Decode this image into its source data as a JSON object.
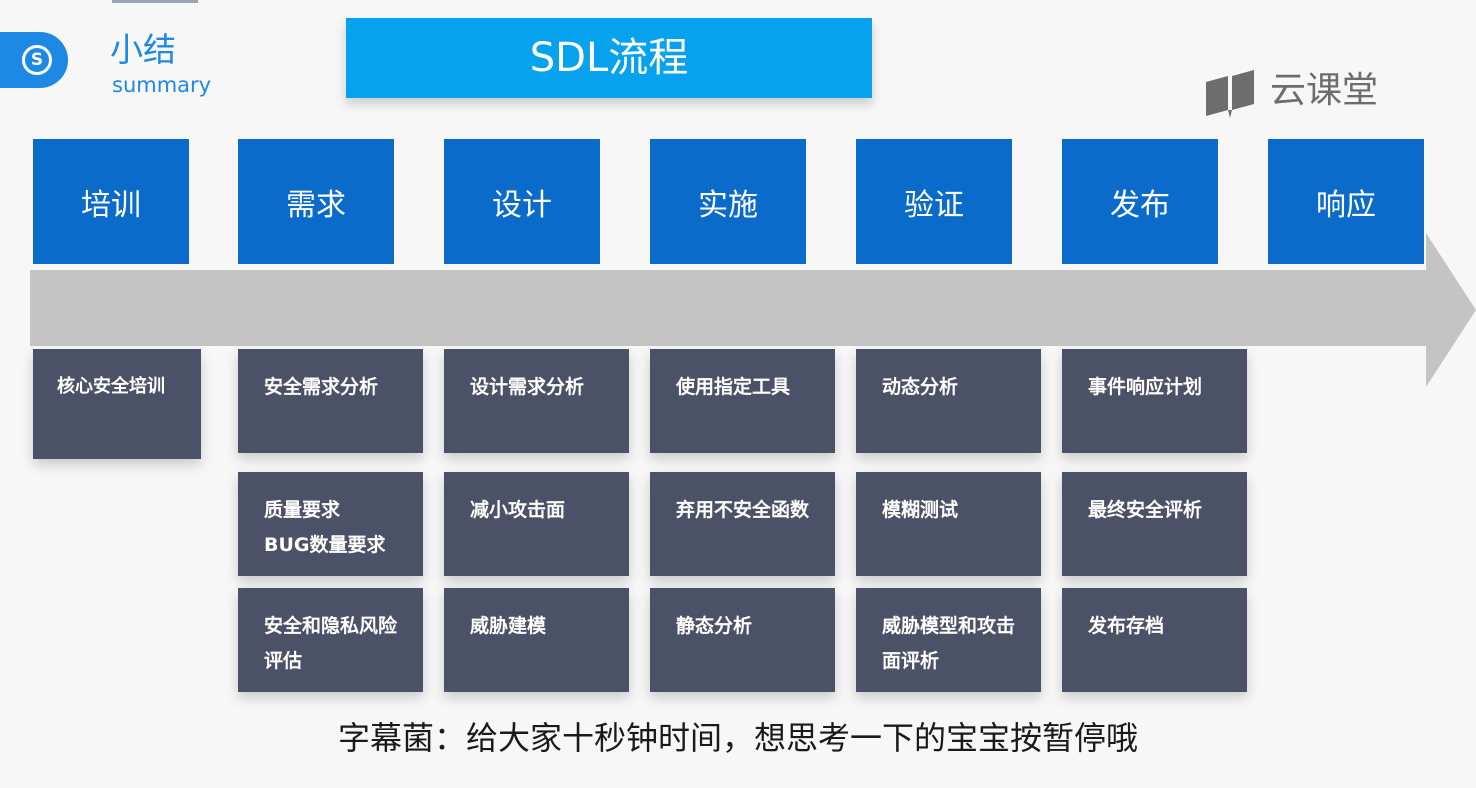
{
  "header": {
    "summary_title": "小结",
    "summary_subtitle": "summary",
    "badge_letter": "S",
    "main_title": "SDL流程"
  },
  "watermark": {
    "text": "云课堂",
    "icon": "book-icon"
  },
  "phases": [
    "培训",
    "需求",
    "设计",
    "实施",
    "验证",
    "发布",
    "响应"
  ],
  "columns": [
    [
      "核心安全培训"
    ],
    [
      "安全需求分析",
      "质量要求\nBUG数量要求",
      "安全和隐私风险\n评估"
    ],
    [
      "设计需求分析",
      "减小攻击面",
      "威胁建模"
    ],
    [
      "使用指定工具",
      "弃用不安全函数",
      "静态分析"
    ],
    [
      "动态分析",
      "模糊测试",
      "威胁模型和攻击\n面评析"
    ],
    [
      "事件响应计划",
      "最终安全评析",
      "发布存档"
    ]
  ],
  "caption": "字幕菌：给大家十秒钟时间，想思考一下的宝宝按暂停哦",
  "colors": {
    "phase_blue": "#0a6bcb",
    "banner_blue": "#06a2ee",
    "card_slate": "#4b5166",
    "arrow_gray": "#c4c4c4"
  }
}
